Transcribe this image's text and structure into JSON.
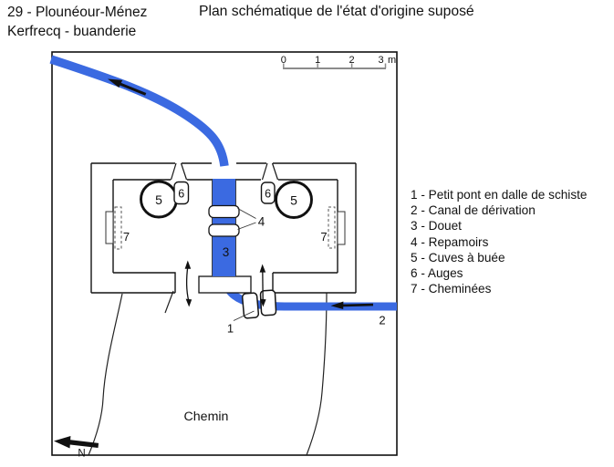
{
  "header": {
    "line1": "29 - Plounéour-Ménez",
    "line2": "Kerfrecq - buanderie"
  },
  "title": "Plan schématique de l'état d'origine suposé",
  "legend": {
    "items": [
      "1 - Petit pont en dalle de schiste",
      "2 - Canal de dérivation",
      "3 - Douet",
      "4 - Repamoirs",
      "5 - Cuves à buée",
      "6 - Auges",
      "7 - Cheminées"
    ]
  },
  "plan": {
    "scale": {
      "t0": "0",
      "t1": "1",
      "t2": "2",
      "t3": "3",
      "unit": "m"
    },
    "labels": {
      "bridge": "1",
      "canal": "2",
      "douet": "3",
      "repamoirs": "4",
      "cuve_left": "5",
      "cuve_right": "5",
      "auge_left": "6",
      "auge_right": "6",
      "chimney_left": "7",
      "chimney_right": "7",
      "chemin": "Chemin",
      "north": "N"
    }
  },
  "colors": {
    "water": "#3b6ae1",
    "scale_bar": "#8c8c8c"
  }
}
